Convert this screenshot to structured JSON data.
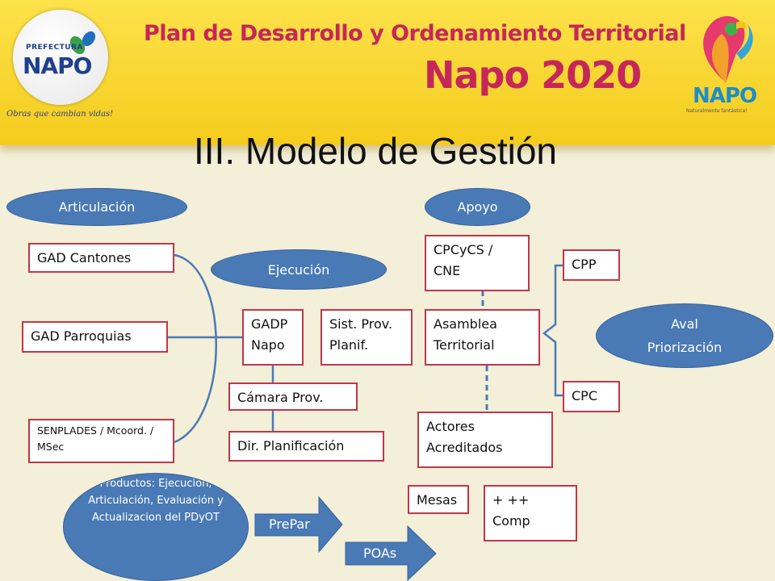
{
  "header": {
    "title_line1": "Plan de Desarrollo y Ordenamiento Territorial",
    "title_line2": "Napo 2020",
    "logo_left": {
      "top": "PREFECTURA",
      "main": "NAPO",
      "slogan": "Obras que cambian vidas!"
    },
    "logo_right": {
      "main": "NAPO",
      "tagline": "Naturalmente fantástica!"
    }
  },
  "slide": {
    "title": "III. Modelo de Gestión"
  },
  "colors": {
    "oval_fill": "#4a7ab5",
    "box_border": "#c0374a",
    "header_yellow": "#f8d52c",
    "title_magenta": "#c6265a"
  },
  "ovals": {
    "articulacion": "Articulación",
    "apoyo": "Apoyo",
    "ejecucion": "Ejecución",
    "aval": "Aval\nPriorización",
    "productos": "Productos: Ejecución, Articulación, Evaluación y Actualizacion del PDyOT"
  },
  "boxes": {
    "gad_cantones": "GAD Cantones",
    "gad_parroquias": "GAD Parroquias",
    "senplades": "SENPLADES / Mcoord.  / MSec",
    "gadp_napo": "GADP Napo",
    "sist_prov": "Sist. Prov. Planif.",
    "camara_prov": "Cámara Prov.",
    "dir_planificacion": "Dir. Planificación",
    "cpccs": "CPCyCS / CNE",
    "asamblea": "Asamblea Territorial",
    "actores": "Actores Acreditados",
    "cpp": "CPP",
    "cpc": "CPC",
    "mesas": "Mesas",
    "comp": "+ ++ Comp"
  },
  "arrows": {
    "prepar": "PrePar",
    "poas": "POAs"
  }
}
